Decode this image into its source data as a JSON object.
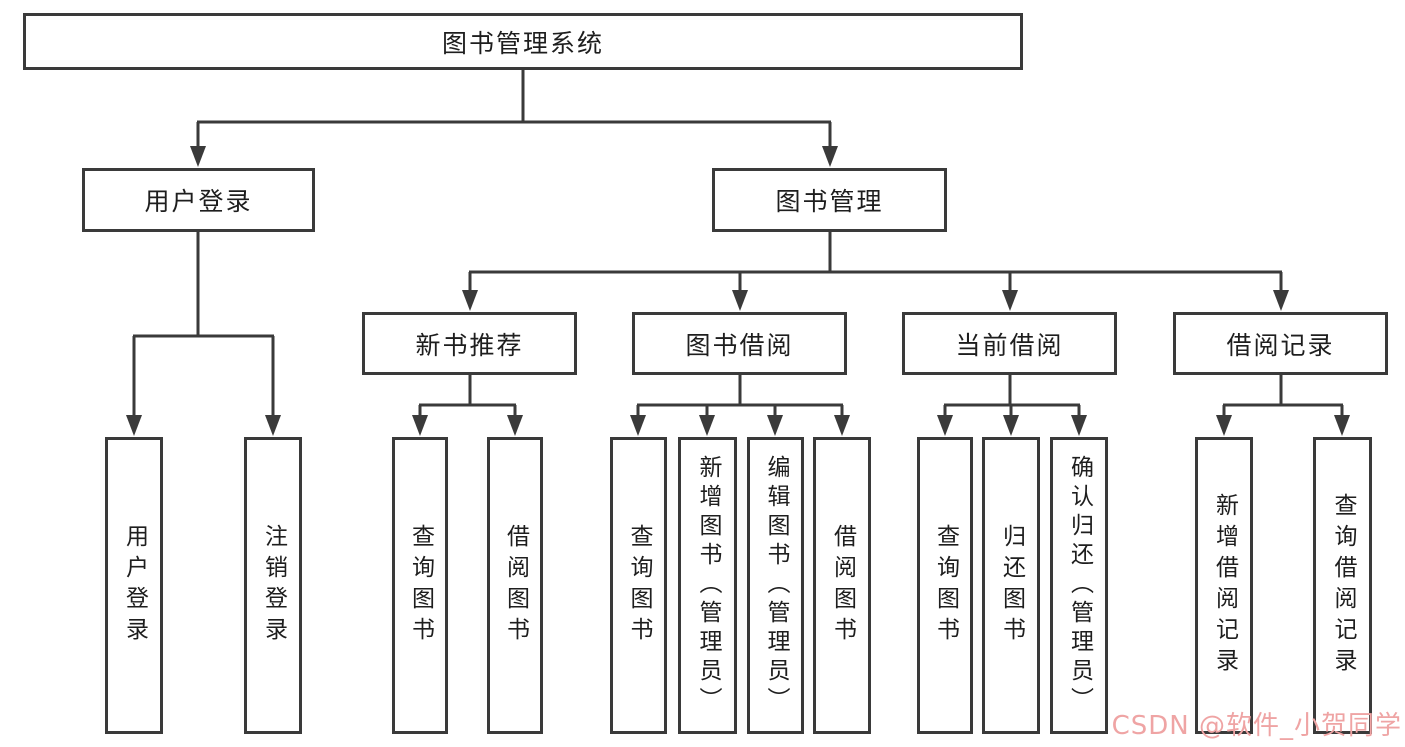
{
  "colors": {
    "line": "#3a3a3a",
    "box_border": "#3a3a3a",
    "box_background": "#ffffff",
    "text": "#1e1e1e",
    "watermark": "#efa4a4",
    "background": "#ffffff"
  },
  "nodes": {
    "root": "图书管理系统",
    "user_login": "用户登录",
    "book_management": "图书管理",
    "new_book_recommend": "新书推荐",
    "book_borrowing": "图书借阅",
    "current_borrowing": "当前借阅",
    "borrowing_records": "借阅记录",
    "leaf_user_login": "用户登录",
    "leaf_logout": "注销登录",
    "leaf_query_books_recommend": "查询图书",
    "leaf_borrow_books_recommend": "借阅图书",
    "leaf_query_books_borrowing": "查询图书",
    "leaf_add_books_admin": "新增图书（管理员）",
    "leaf_edit_books_admin": "编辑图书（管理员）",
    "leaf_borrow_books_borrowing": "借阅图书",
    "leaf_query_books_current": "查询图书",
    "leaf_return_books": "归还图书",
    "leaf_confirm_return_admin": "确认归还（管理员）",
    "leaf_add_borrow_record": "新增借阅记录",
    "leaf_query_borrow_record": "查询借阅记录"
  },
  "watermark": "CSDN @软件_小贺同学"
}
